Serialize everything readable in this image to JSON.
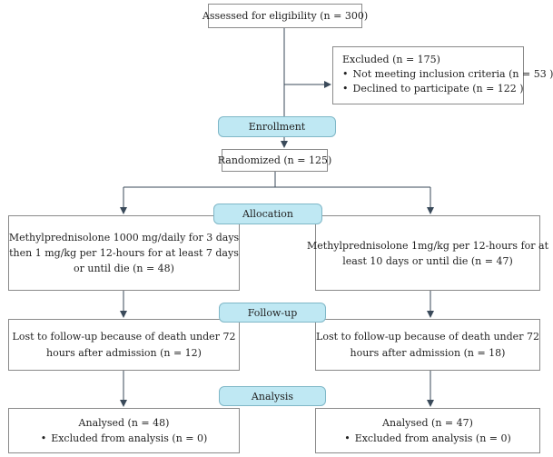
{
  "assessed": "Assessed for eligibility (n = 300)",
  "excluded": {
    "title": "Excluded (n = 175)",
    "items": [
      "Not meeting inclusion criteria (n = 53 )",
      "Declined to participate (n = 122 )"
    ]
  },
  "stages": {
    "enrollment": "Enrollment",
    "allocation": "Allocation",
    "followup": "Follow-up",
    "analysis": "Analysis"
  },
  "randomized": "Randomized (n = 125)",
  "allocation": {
    "left": [
      "Methylprednisolone 1000 mg/daily for 3 days",
      "then 1 mg/kg per 12-hours for at least 7 days",
      "or until die (n = 48)"
    ],
    "right": [
      "Methylprednisolone 1mg/kg per 12-hours for at",
      "least 10 days or until die (n = 47)"
    ]
  },
  "followup": {
    "left": [
      "Lost to follow-up because of death under 72",
      "hours after admission (n = 12)"
    ],
    "right": [
      "Lost to follow-up because of death under 72",
      "hours after admission (n = 18)"
    ]
  },
  "analysis": {
    "left": {
      "title": "Analysed (n = 48)",
      "items": [
        "Excluded from analysis (n = 0)"
      ]
    },
    "right": {
      "title": "Analysed (n = 47)",
      "items": [
        "Excluded from analysis (n = 0)"
      ]
    }
  }
}
